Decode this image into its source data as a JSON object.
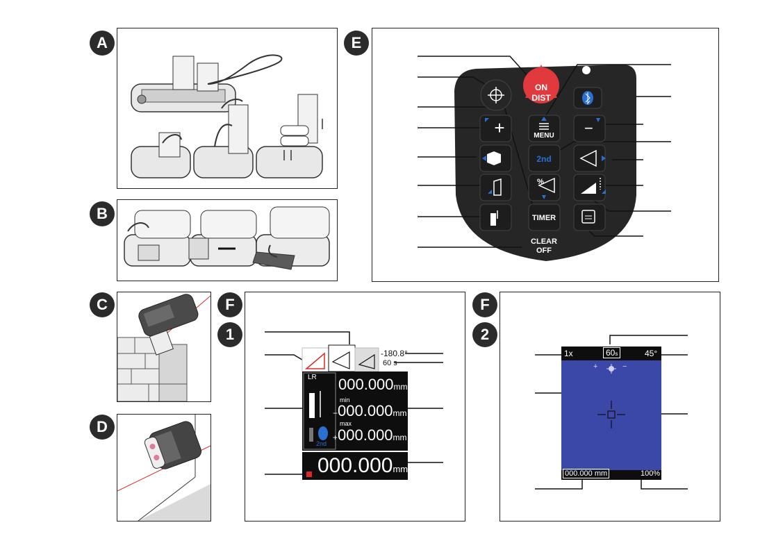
{
  "badges": {
    "a": "A",
    "b": "B",
    "c": "C",
    "d": "D",
    "e": "E",
    "f1": "F",
    "f2": "F",
    "n1": "1",
    "n2": "2"
  },
  "keypad": {
    "on_top": "ON",
    "on_bottom": "DIST",
    "menu": "MENU",
    "second": "2nd",
    "timer": "TIMER",
    "clear_top": "CLEAR",
    "clear_bottom": "OFF",
    "plus": "+",
    "minus": "−",
    "percent": "%"
  },
  "display1": {
    "angle": "-180.8°",
    "timer": "60 s",
    "lr": "LR",
    "main": "000.000",
    "main_unit": "mm",
    "min_label": "min",
    "min_sign": "−",
    "min_value": "000.000",
    "min_unit": "mm",
    "max_label": "max",
    "max_sign": "+",
    "max_value": "000.000",
    "max_unit": "mm",
    "result": "000.000",
    "result_unit": "mm",
    "bt_sub": "2nd"
  },
  "display2": {
    "zoom": "1x",
    "timer": "60",
    "timer_unit": "s",
    "angle": "45°",
    "plus": "+",
    "minus": "−",
    "distance": "000.000 mm",
    "percent": "100%"
  },
  "colors": {
    "screen_blue": "#3b48a8",
    "keypad_dark": "#262626",
    "on_red": "#e03a3e",
    "accent_blue": "#2a6fd1",
    "laser_red": "#e0262b"
  }
}
